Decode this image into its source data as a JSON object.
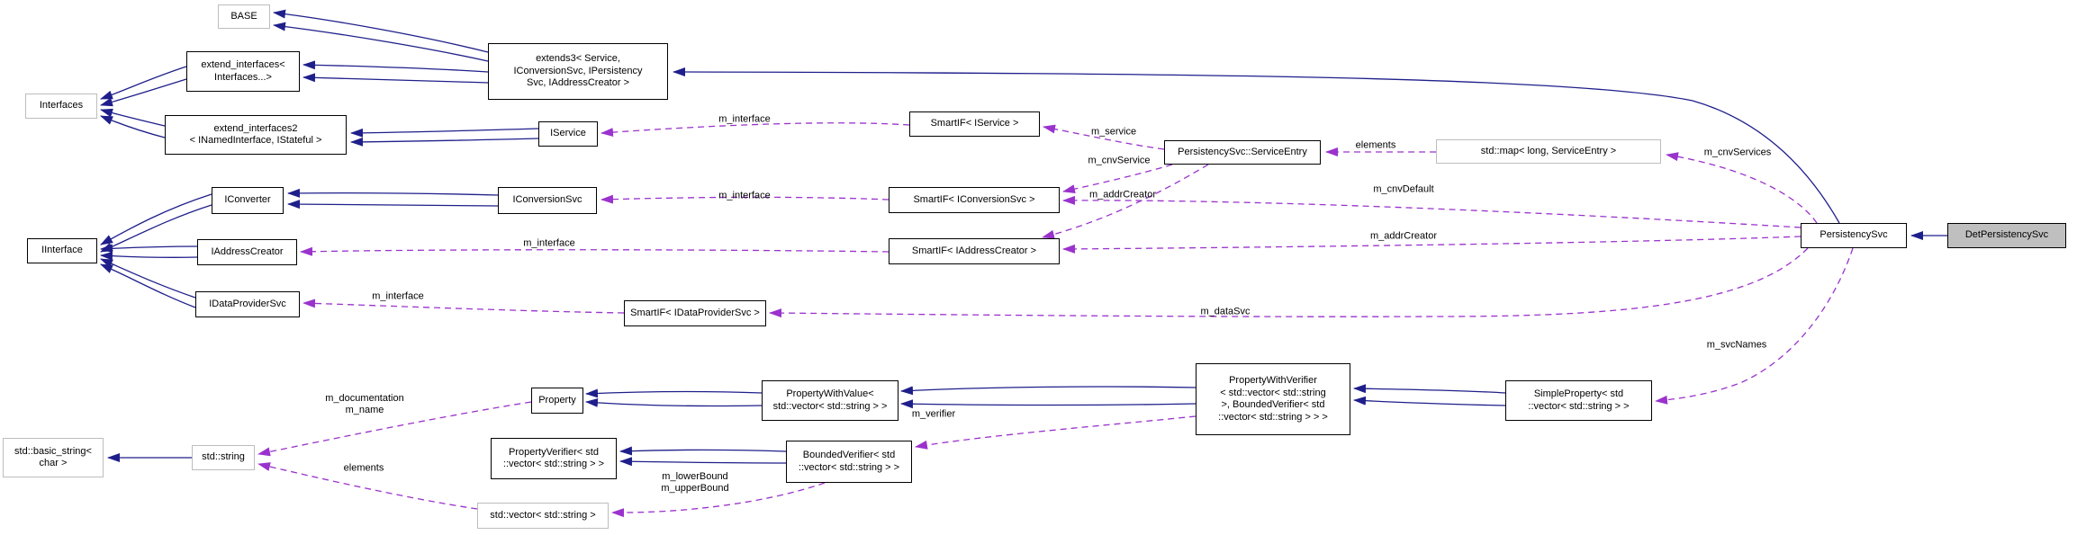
{
  "diagram": {
    "type": "doxygen-collaboration-graph",
    "current_class": "DetPersistencySvc",
    "colors": {
      "inheritance_edge": "#1f1f8b",
      "usage_edge": "#9a32cd",
      "class_border": "#000000",
      "external_border": "#bdbdbd",
      "current_node_fill": "#bfbfbf",
      "background": "#ffffff"
    }
  },
  "nodes": {
    "base": {
      "label": "BASE"
    },
    "extend_interfaces": {
      "label": "extend_interfaces<\nInterfaces...>"
    },
    "interfaces": {
      "label": "Interfaces"
    },
    "extend_interfaces2": {
      "label": "extend_interfaces2\n< INamedInterface, IStateful >"
    },
    "extends3": {
      "label": "extends3< Service,\nIConversionSvc, IPersistency\nSvc, IAddressCreator >"
    },
    "iservice": {
      "label": "IService"
    },
    "smartif_iservice": {
      "label": "SmartIF< IService >"
    },
    "service_entry": {
      "label": "PersistencySvc::ServiceEntry"
    },
    "std_map": {
      "label": "std::map< long, ServiceEntry >"
    },
    "iconverter": {
      "label": "IConverter"
    },
    "iconversionsvc": {
      "label": "IConversionSvc"
    },
    "smartif_iconversionsvc": {
      "label": "SmartIF< IConversionSvc >"
    },
    "iinterface": {
      "label": "IInterface"
    },
    "iaddresscreator": {
      "label": "IAddressCreator"
    },
    "smartif_iaddresscreator": {
      "label": "SmartIF< IAddressCreator >"
    },
    "idataprovidersvc": {
      "label": "IDataProviderSvc"
    },
    "smartif_idataprovidersvc": {
      "label": "SmartIF< IDataProviderSvc >"
    },
    "persistencysvc": {
      "label": "PersistencySvc"
    },
    "detpersistencysvc": {
      "label": "DetPersistencySvc"
    },
    "property": {
      "label": "Property"
    },
    "propertywithvalue": {
      "label": "PropertyWithValue<\nstd::vector< std::string > >"
    },
    "propertywithverifier": {
      "label": "PropertyWithVerifier\n< std::vector< std::string\n>, BoundedVerifier< std\n::vector< std::string > > >"
    },
    "simpleproperty": {
      "label": "SimpleProperty< std\n::vector< std::string > >"
    },
    "std_basic_string": {
      "label": "std::basic_string<\nchar >"
    },
    "std_string": {
      "label": "std::string"
    },
    "propertyverifier": {
      "label": "PropertyVerifier< std\n::vector< std::string > >"
    },
    "boundedverifier": {
      "label": "BoundedVerifier< std\n::vector< std::string > >"
    },
    "std_vector": {
      "label": "std::vector< std::string >"
    }
  },
  "edge_labels": {
    "m_interface_service": {
      "text": "m_interface"
    },
    "m_interface_conversion": {
      "text": "m_interface"
    },
    "m_interface_address": {
      "text": "m_interface"
    },
    "m_interface_dataprovider": {
      "text": "m_interface"
    },
    "m_service": {
      "text": "m_service"
    },
    "m_cnvService": {
      "text": "m_cnvService"
    },
    "m_addrCreator_entry": {
      "text": "m_addrCreator"
    },
    "elements_map": {
      "text": "elements"
    },
    "m_cnvServices": {
      "text": "m_cnvServices"
    },
    "m_cnvDefault": {
      "text": "m_cnvDefault"
    },
    "m_addrCreator_svc": {
      "text": "m_addrCreator"
    },
    "m_dataSvc": {
      "text": "m_dataSvc"
    },
    "m_svcNames": {
      "text": "m_svcNames"
    },
    "m_documentation_name": {
      "text": "m_documentation\nm_name"
    },
    "elements_string": {
      "text": "elements"
    },
    "m_verifier": {
      "text": "m_verifier"
    },
    "m_bounds": {
      "text": "m_lowerBound\nm_upperBound"
    }
  },
  "edges": {
    "inheritance": [
      {
        "from": "extends3",
        "to": "base"
      },
      {
        "from": "extends3",
        "to": "extend_interfaces"
      },
      {
        "from": "extend_interfaces",
        "to": "interfaces"
      },
      {
        "from": "extend_interfaces2",
        "to": "interfaces"
      },
      {
        "from": "iservice",
        "to": "extend_interfaces2"
      },
      {
        "from": "persistencysvc",
        "to": "extends3"
      },
      {
        "from": "detpersistencysvc",
        "to": "persistencysvc"
      },
      {
        "from": "iconversionsvc",
        "to": "iconverter"
      },
      {
        "from": "iconverter",
        "to": "iinterface"
      },
      {
        "from": "iaddresscreator",
        "to": "iinterface"
      },
      {
        "from": "idataprovidersvc",
        "to": "iinterface"
      },
      {
        "from": "propertywithvalue",
        "to": "property"
      },
      {
        "from": "propertywithverifier",
        "to": "propertywithvalue"
      },
      {
        "from": "simpleproperty",
        "to": "propertywithverifier"
      },
      {
        "from": "std_string",
        "to": "std_basic_string"
      },
      {
        "from": "boundedverifier",
        "to": "propertyverifier"
      }
    ],
    "usage": [
      {
        "from": "smartif_iservice",
        "to": "iservice",
        "label": "m_interface"
      },
      {
        "from": "smartif_iconversionsvc",
        "to": "iconversionsvc",
        "label": "m_interface"
      },
      {
        "from": "smartif_iaddresscreator",
        "to": "iaddresscreator",
        "label": "m_interface"
      },
      {
        "from": "smartif_idataprovidersvc",
        "to": "idataprovidersvc",
        "label": "m_interface"
      },
      {
        "from": "service_entry",
        "to": "smartif_iservice",
        "label": "m_service"
      },
      {
        "from": "service_entry",
        "to": "smartif_iconversionsvc",
        "label": "m_cnvService"
      },
      {
        "from": "service_entry",
        "to": "smartif_iaddresscreator",
        "label": "m_addrCreator"
      },
      {
        "from": "std_map",
        "to": "service_entry",
        "label": "elements"
      },
      {
        "from": "persistencysvc",
        "to": "std_map",
        "label": "m_cnvServices"
      },
      {
        "from": "persistencysvc",
        "to": "smartif_iconversionsvc",
        "label": "m_cnvDefault"
      },
      {
        "from": "persistencysvc",
        "to": "smartif_iaddresscreator",
        "label": "m_addrCreator"
      },
      {
        "from": "persistencysvc",
        "to": "smartif_idataprovidersvc",
        "label": "m_dataSvc"
      },
      {
        "from": "persistencysvc",
        "to": "simpleproperty",
        "label": "m_svcNames"
      },
      {
        "from": "property",
        "to": "std_string",
        "label": "m_documentation\nm_name"
      },
      {
        "from": "std_vector",
        "to": "std_string",
        "label": "elements"
      },
      {
        "from": "propertywithverifier",
        "to": "boundedverifier",
        "label": "m_verifier"
      },
      {
        "from": "boundedverifier",
        "to": "std_vector",
        "label": "m_lowerBound\nm_upperBound"
      }
    ]
  }
}
